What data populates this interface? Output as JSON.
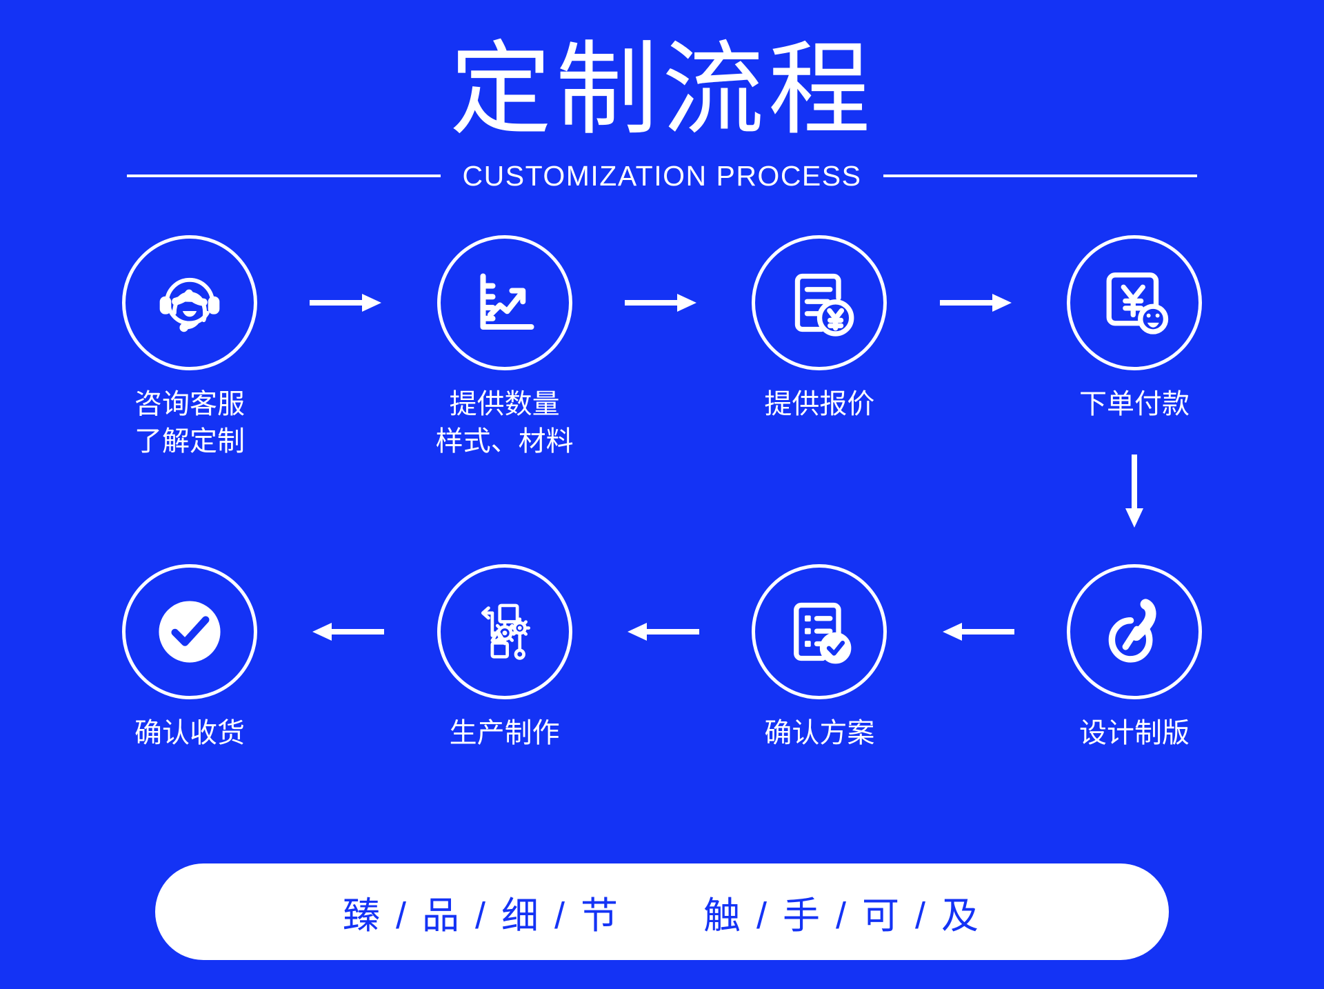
{
  "theme": {
    "background_color": "#1433F5",
    "foreground_color": "#FFFFFF"
  },
  "header": {
    "title": "定制流程",
    "subtitle": "CUSTOMIZATION PROCESS"
  },
  "flow": {
    "row1": [
      {
        "icon": "headset-support-icon",
        "label_line1": "咨询客服",
        "label_line2": "了解定制"
      },
      {
        "icon": "growth-chart-icon",
        "label_line1": "提供数量",
        "label_line2": "样式、材料"
      },
      {
        "icon": "invoice-yen-icon",
        "label_line1": "提供报价",
        "label_line2": ""
      },
      {
        "icon": "payment-yen-smile-icon",
        "label_line1": "下单付款",
        "label_line2": ""
      }
    ],
    "row2": [
      {
        "icon": "check-circle-icon",
        "label_line1": "确认收货",
        "label_line2": ""
      },
      {
        "icon": "gears-production-icon",
        "label_line1": "生产制作",
        "label_line2": ""
      },
      {
        "icon": "checklist-approved-icon",
        "label_line1": "确认方案",
        "label_line2": ""
      },
      {
        "icon": "design-brush-icon",
        "label_line1": "设计制版",
        "label_line2": ""
      }
    ],
    "connectors": {
      "right_arrow": "arrow-right-icon",
      "left_arrow": "arrow-left-icon",
      "down_arrow": "arrow-down-icon"
    }
  },
  "footer": {
    "slogan_left": "臻 / 品 / 细 / 节",
    "slogan_right": "触 / 手 / 可 / 及"
  }
}
